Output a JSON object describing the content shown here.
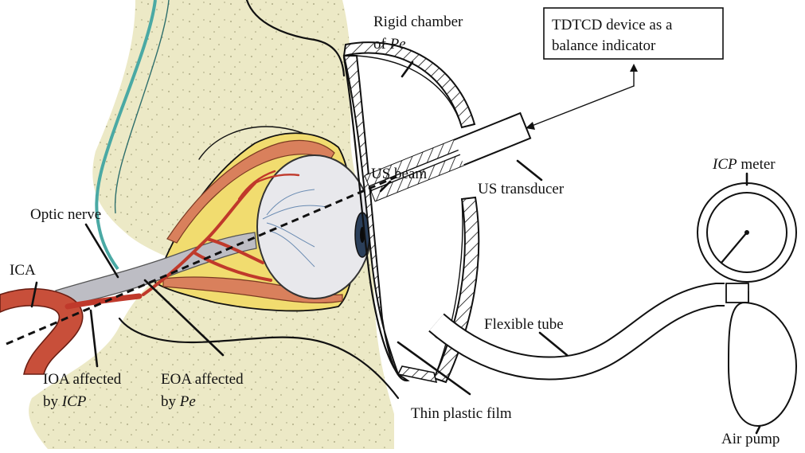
{
  "labels": {
    "rigid_chamber": "Rigid chamber",
    "rigid_chamber_of": "of",
    "pe_symbol": "Pe",
    "tdtcd_line1": "TDTCD device as a",
    "tdtcd_line2": "balance indicator",
    "us_beam": "US beam",
    "us_transducer": "US transducer",
    "optic_nerve": "Optic nerve",
    "ica": "ICA",
    "ioa_affected": "IOA affected",
    "ioa_by": "by",
    "icp_symbol": "ICP",
    "eoa_affected": "EOA affected",
    "eoa_by": "by",
    "thin_plastic_film": "Thin plastic film",
    "flexible_tube": "Flexible tube",
    "icp_meter_suffix": "meter",
    "air_pump": "Air pump"
  },
  "colors": {
    "bone": "#ece9c6",
    "skin_outline": "#4aa9a4",
    "fat": "#f1dc6f",
    "muscle": "#d9805c",
    "vessel": "#c0392b",
    "eyeball": "#e8e8ec",
    "nerve": "#bdbdc4"
  }
}
